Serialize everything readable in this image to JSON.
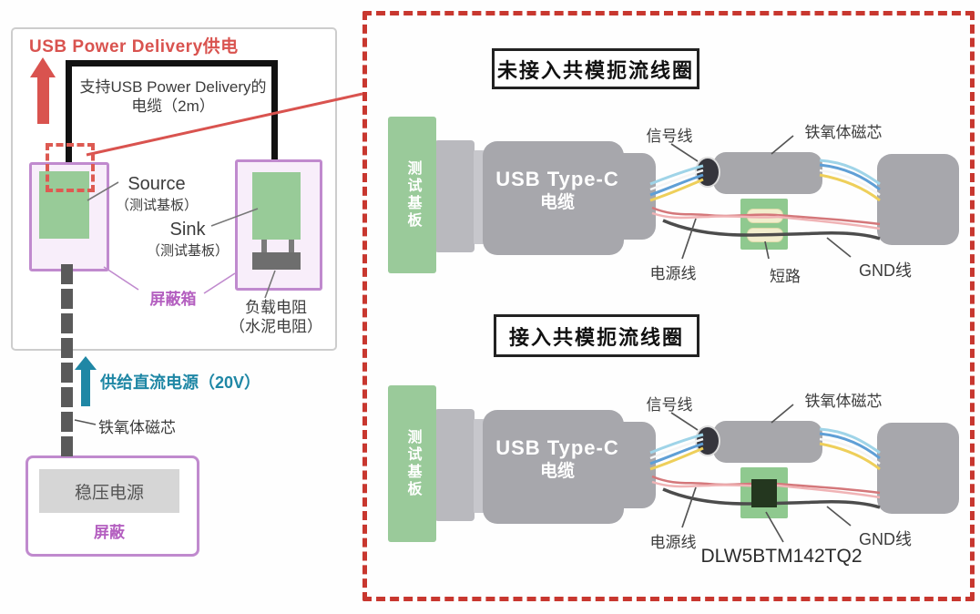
{
  "left_panel": {
    "title": "USB Power Delivery供电",
    "cable_note_line1": "支持USB Power Delivery的",
    "cable_note_line2": "电缆（2m）",
    "source_label": "Source",
    "source_sub": "（测试基板）",
    "sink_label": "Sink",
    "sink_sub": "（测试基板）",
    "shield_box_label": "屏蔽箱",
    "load_resistor_line1": "负载电阻",
    "load_resistor_line2": "（水泥电阻）",
    "dc_supply_label": "供给直流电源（20V）",
    "ferrite_label": "铁氧体磁芯",
    "power_supply_label": "稳压电源",
    "shield_label": "屏蔽"
  },
  "right_panel": {
    "diagram1": {
      "title": "未接入共模扼流线圈",
      "board_label": "测试基板",
      "cable_line1": "USB Type-C",
      "cable_line2": "电缆",
      "signal_label": "信号线",
      "ferrite_label": "铁氧体磁芯",
      "power_label": "电源线",
      "short_label": "短路",
      "gnd_label": "GND线"
    },
    "diagram2": {
      "title": "接入共模扼流线圈",
      "board_label": "测试基板",
      "cable_line1": "USB Type-C",
      "cable_line2": "电缆",
      "signal_label": "信号线",
      "ferrite_label": "铁氧体磁芯",
      "power_label": "电源线",
      "gnd_label": "GND线",
      "choke_part_number": "DLW5BTM142TQ2"
    }
  },
  "colors": {
    "accent_red": "#d9534f",
    "frame_red": "#c8372f",
    "purple_border": "#c08ace",
    "purple_text": "#b45fc0",
    "board_green": "#98cb98",
    "teal": "#1f87a5"
  }
}
